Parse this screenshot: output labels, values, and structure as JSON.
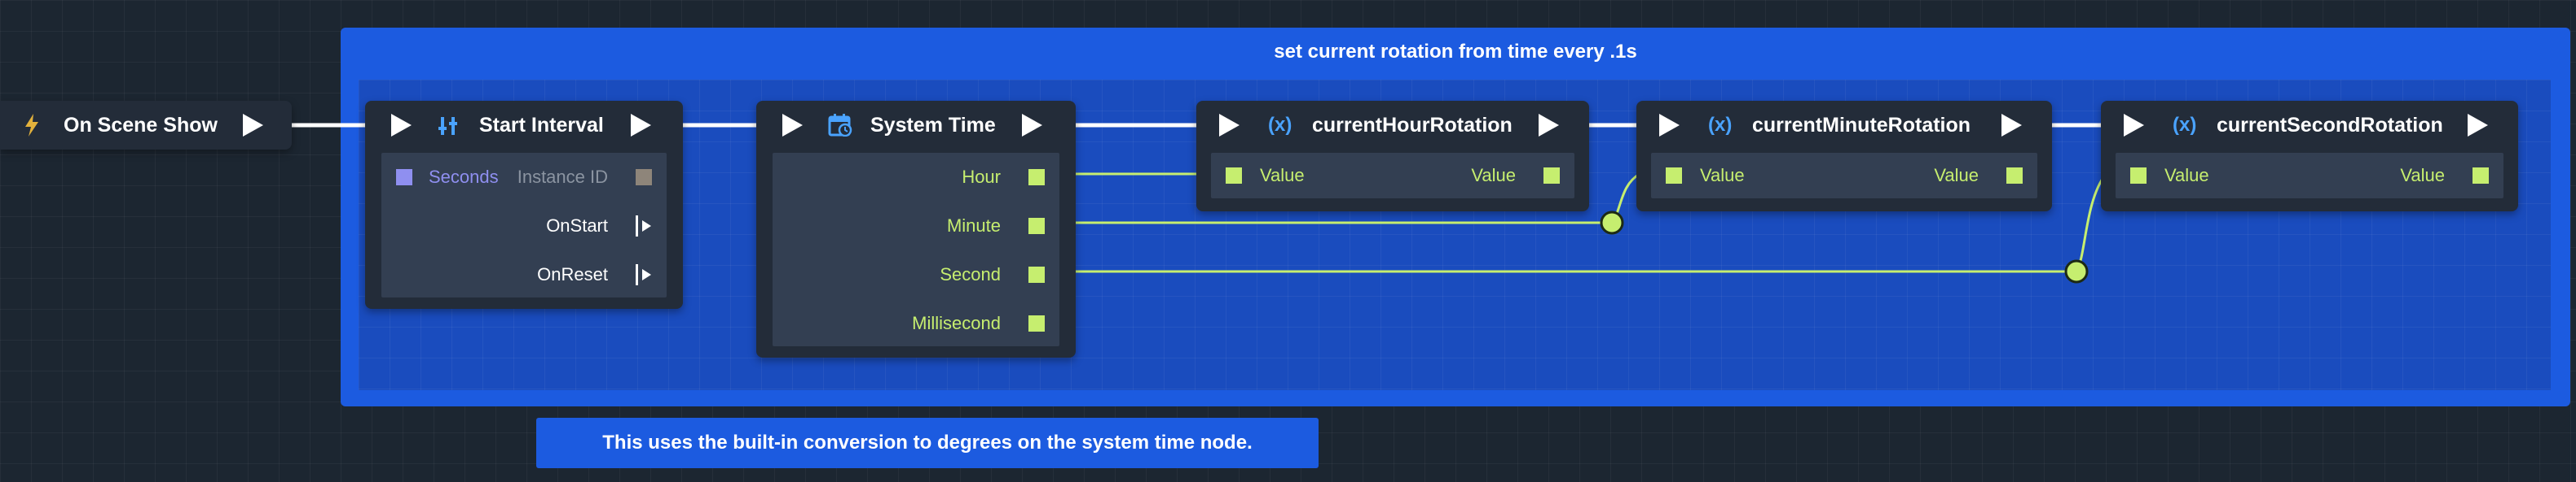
{
  "group": {
    "title": "set current rotation from time every .1s"
  },
  "comment": {
    "text": "This uses the built-in conversion to degrees on the system time node."
  },
  "colors": {
    "group": "#1c5be0",
    "node": "#232c39",
    "wire": "#c6ee6f",
    "exec": "#ffffff",
    "variable_icon": "#4aa3ff"
  },
  "nodes": {
    "on_scene_show": {
      "title": "On Scene Show",
      "icon": "lightning-icon"
    },
    "start_interval": {
      "title": "Start Interval",
      "icon": "interval-icon",
      "inputs": {
        "seconds": "Seconds",
        "instance_id": "Instance ID"
      },
      "outputs": {
        "on_start": "OnStart",
        "on_reset": "OnReset"
      }
    },
    "system_time": {
      "title": "System Time",
      "icon": "calendar-clock-icon",
      "outputs": {
        "hour": "Hour",
        "minute": "Minute",
        "second": "Second",
        "millisecond": "Millisecond"
      }
    },
    "hour_rotation": {
      "title": "currentHourRotation",
      "icon_text": "(x)",
      "input": "Value",
      "output": "Value"
    },
    "minute_rotation": {
      "title": "currentMinuteRotation",
      "icon_text": "(x)",
      "input": "Value",
      "output": "Value"
    },
    "second_rotation": {
      "title": "currentSecondRotation",
      "icon_text": "(x)",
      "input": "Value",
      "output": "Value"
    }
  }
}
